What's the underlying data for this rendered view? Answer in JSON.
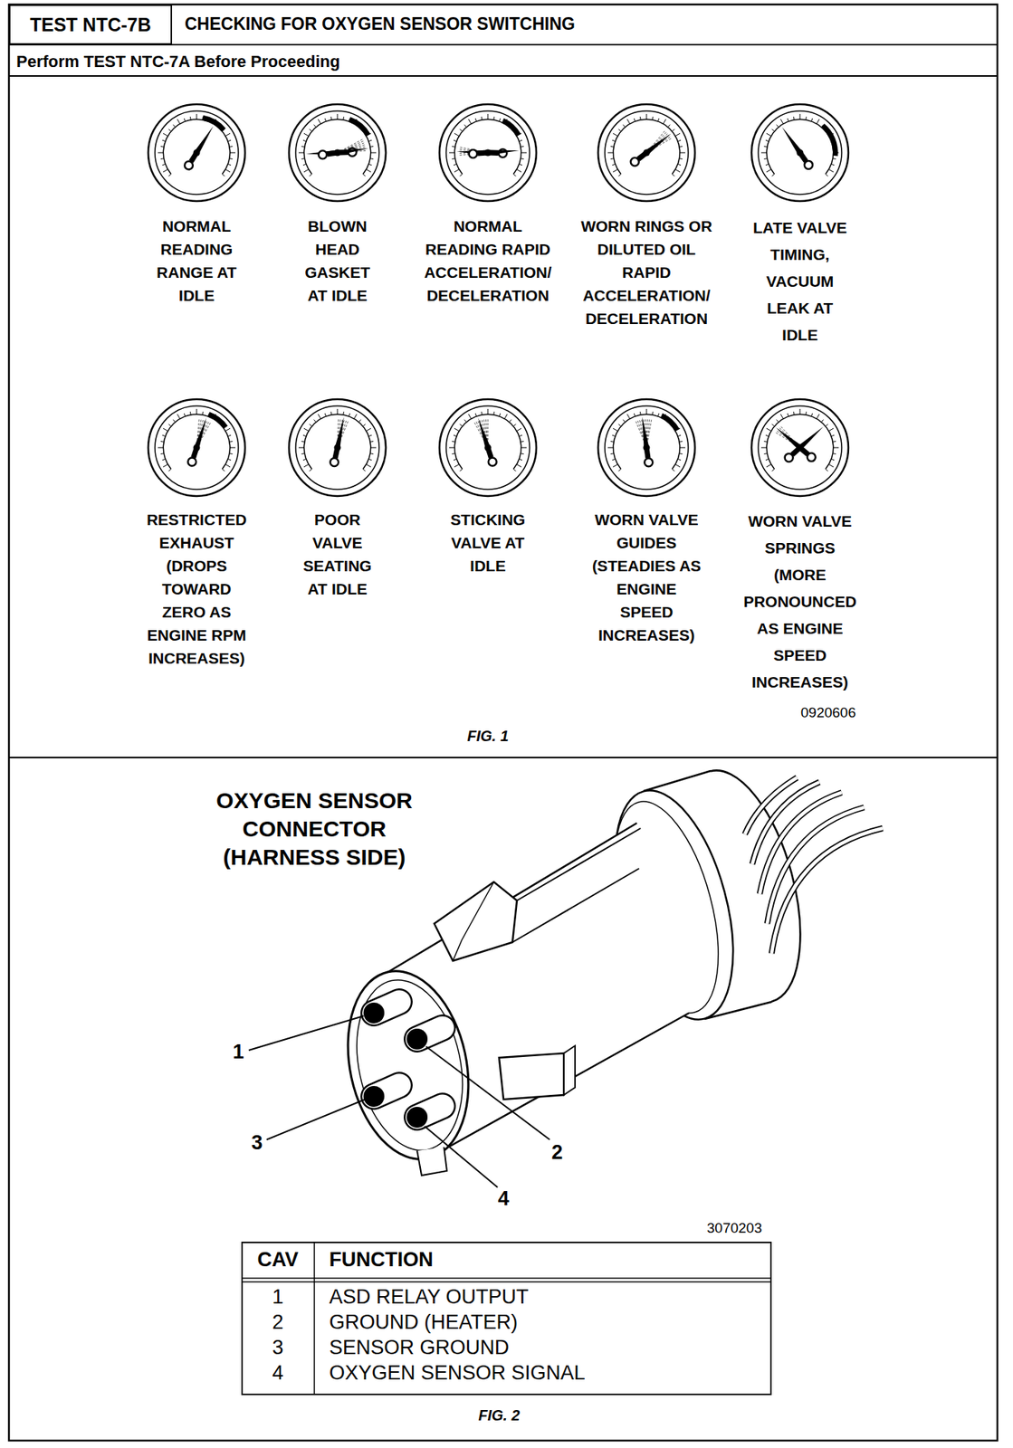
{
  "diagram": {
    "title": "CHECKING FOR OXYGEN SENSOR SWITCHING",
    "nodes": [
      {
        "text": [
          "TEST NTC-7B"
        ]
      }
    ],
    "labels": [
      "Perform TEST NTC-7A Before Proceeding",
      "NORMAL READING RANGE AT IDLE",
      "BLOWN HEAD GASKET AT IDLE",
      "NORMAL READING RAPID ACCELERATION/ DECELERATION",
      "WORN RINGS OR DILUTED OIL RAPID ACCELERATION/ DECELERATION",
      "LATE VALVE TIMING, VACUUM LEAK AT IDLE",
      "RESTRICTED EXHAUST (DROPS TOWARD ZERO AS ENGINE RPM INCREASES)",
      "POOR VALVE SEATING AT IDLE",
      "STICKING VALVE AT IDLE",
      "WORN VALVE GUIDES (STEADIES AS ENGINE SPEED INCREASES)",
      "WORN VALVE SPRINGS (MORE PRONOUNCED AS ENGINE SPEED INCREASES)",
      "0920606",
      "FIG. 1",
      "OXYGEN SENSOR CONNECTOR (HARNESS SIDE)",
      "1",
      "2",
      "3",
      "4",
      "3070203",
      "CAV",
      "FUNCTION",
      "1",
      "ASD RELAY OUTPUT",
      "2",
      "GROUND (HEATER)",
      "3",
      "SENSOR GROUND",
      "4",
      "OXYGEN SENSOR SIGNAL",
      "FIG. 2"
    ]
  }
}
